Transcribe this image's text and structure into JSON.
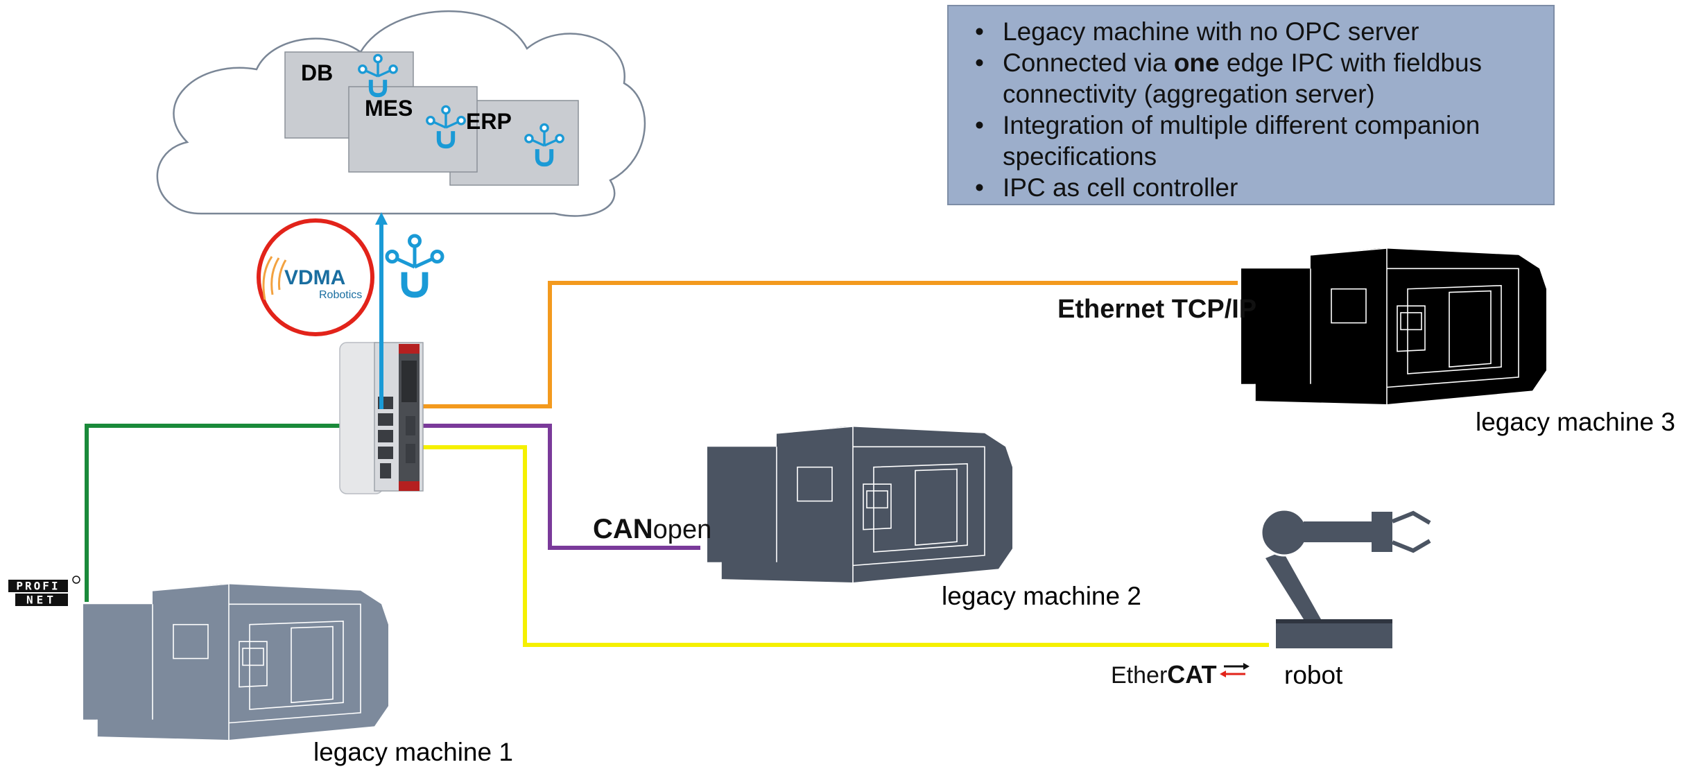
{
  "info_box": {
    "bullets": [
      {
        "parts": [
          {
            "text": "Legacy machine with no OPC server",
            "bold": false
          }
        ]
      },
      {
        "parts": [
          {
            "text": "Connected via ",
            "bold": false
          },
          {
            "text": "one",
            "bold": true
          },
          {
            "text": " edge IPC with fieldbus connectivity (aggregation server)",
            "bold": false
          }
        ]
      },
      {
        "parts": [
          {
            "text": "Integration of multiple different companion specifications",
            "bold": false
          }
        ]
      },
      {
        "parts": [
          {
            "text": "IPC as cell controller",
            "bold": false
          }
        ]
      }
    ]
  },
  "cloud": {
    "boxes": [
      {
        "label": "DB"
      },
      {
        "label": "MES"
      },
      {
        "label": "ERP"
      }
    ]
  },
  "vdma_badge": {
    "brand": "VDMA",
    "sub": "Robotics",
    "ring_color": "#e2231a",
    "brand_color": "#1a6ea0"
  },
  "protocols": {
    "ethernet": "Ethernet TCP/IP",
    "canopen_bold": "CAN",
    "canopen_light": "open",
    "ethercat_light": "Ether",
    "ethercat_bold": "CAT",
    "profinet_top": "PROFI",
    "profinet_bottom": "NET"
  },
  "machines": {
    "m1": "legacy machine 1",
    "m2": "legacy machine 2",
    "m3": "legacy machine 3",
    "robot": "robot"
  },
  "colors": {
    "ethernet_line": "#f39a1e",
    "profinet_line": "#1a8a3a",
    "canopen_line": "#7a3a9a",
    "ethercat_line": "#f5f000",
    "uplink_line": "#1a9ad6",
    "opcua_icon": "#1a9ad6",
    "machine_1": "#7d8a9c",
    "machine_2": "#4b5462",
    "machine_3": "#000000",
    "robot": "#4b5462"
  }
}
